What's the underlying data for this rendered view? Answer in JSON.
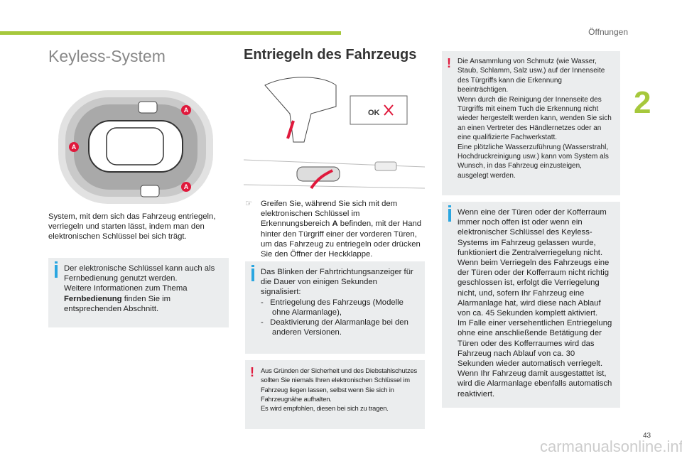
{
  "header": {
    "section": "Öffnungen",
    "chapter": "2",
    "page": "43",
    "watermark": "carmanualsonline.info"
  },
  "left": {
    "title": "Keyless-System",
    "zone_label": "A",
    "intro": "System, mit dem sich das Fahrzeug entriegeln, verriegeln und starten lässt, indem man den elektronischen Schlüssel bei sich trägt.",
    "info": {
      "l1": "Der elektronische Schlüssel kann auch als Fernbedienung genutzt werden.",
      "l2": "Weitere Informationen zum Thema",
      "bold": "Fernbedienung",
      "l3": " finden Sie im entsprechenden Abschnitt."
    }
  },
  "middle": {
    "title": "Entriegeln des Fahrzeugs",
    "ok_label": "OK",
    "step_a": "Greifen Sie, während Sie sich mit dem elektronischen Schlüssel im Erkennungsbereich ",
    "step_bold": "A",
    "step_b": " befinden, mit der Hand hinter den Türgriff einer der vorderen Türen, um das Fahrzeug zu entriegeln oder drücken Sie den Öffner der Heckklappe.",
    "info": {
      "intro": "Das Blinken der Fahrtrichtungsanzeiger für die Dauer von einigen Sekunden signalisiert:",
      "items": [
        "-   Entriegelung des Fahrzeugs (Modelle ohne Alarmanlage),",
        "-   Deaktivierung der Alarmanlage bei den anderen Versionen."
      ]
    },
    "warning": {
      "l1": "Aus Gründen der Sicherheit und des Diebstahlschutzes sollten Sie niemals Ihren elektronischen Schlüssel im Fahrzeug liegen lassen, selbst wenn Sie sich in Fahrzeugnähe aufhalten.",
      "l2": "Es wird empfohlen, diesen bei sich zu tragen."
    }
  },
  "right": {
    "warning": {
      "l1": "Die Ansammlung von Schmutz (wie Wasser, Staub, Schlamm, Salz usw.) auf der Innenseite des Türgriffs kann die Erkennung beeinträchtigen.",
      "l2": "Wenn durch die Reinigung der Innenseite des Türgriffs mit einem Tuch die Erkennung nicht wieder hergestellt werden kann, wenden Sie sich an einen Vertreter des Händlernetzes oder an eine qualifizierte Fachwerkstatt.",
      "l3": "Eine plötzliche Wasserzuführung (Wasserstrahl, Hochdruckreinigung usw.) kann vom System als Wunsch, in das Fahrzeug einzusteigen, ausgelegt werden."
    },
    "info": {
      "l1": "Wenn eine der Türen oder der Kofferraum immer noch offen ist oder wenn ein elektronischer Schlüssel des Keyless-Systems im Fahrzeug gelassen wurde, funktioniert die Zentralverriegelung nicht.",
      "l2": "Wenn beim Verriegeln des Fahrzeugs eine der Türen oder der Kofferraum nicht richtig geschlossen ist, erfolgt die Verriegelung nicht, und, sofern Ihr Fahrzeug eine Alarmanlage hat, wird diese nach Ablauf von ca. 45 Sekunden komplett aktiviert.",
      "l3": "Im Falle einer versehentlichen Entriegelung ohne eine anschließende Betätigung der Türen oder des Kofferraumes wird das Fahrzeug nach Ablauf von ca. 30 Sekunden wieder automatisch verriegelt.",
      "l4": "Wenn Ihr Fahrzeug damit ausgestattet ist, wird die Alarmanlage ebenfalls automatisch reaktiviert."
    }
  }
}
